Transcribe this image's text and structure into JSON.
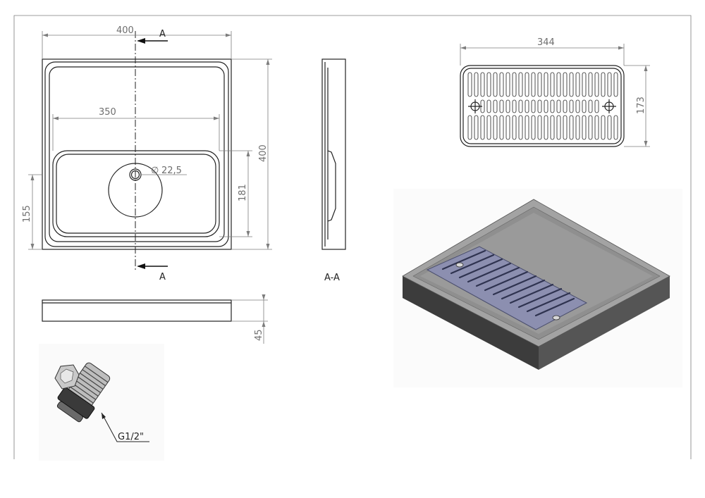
{
  "drawing": {
    "top_view": {
      "width_dim": "400",
      "height_dim": "400",
      "inner_width_dim": "350",
      "inner_height_dim": "181",
      "hole_dim": "22,5",
      "hole_offset_dim": "155",
      "section_mark_top": "A",
      "section_mark_bottom": "A"
    },
    "section_view": {
      "label": "A-A"
    },
    "front_view": {
      "thickness_dim": "45"
    },
    "grate_view": {
      "width_dim": "344",
      "height_dim": "173"
    },
    "drain": {
      "thread_label": "G1/2\""
    }
  },
  "colors": {
    "tray_body": "#4a4a4a",
    "tray_top": "#9a9a9a",
    "grate": "#8c8fb0"
  }
}
